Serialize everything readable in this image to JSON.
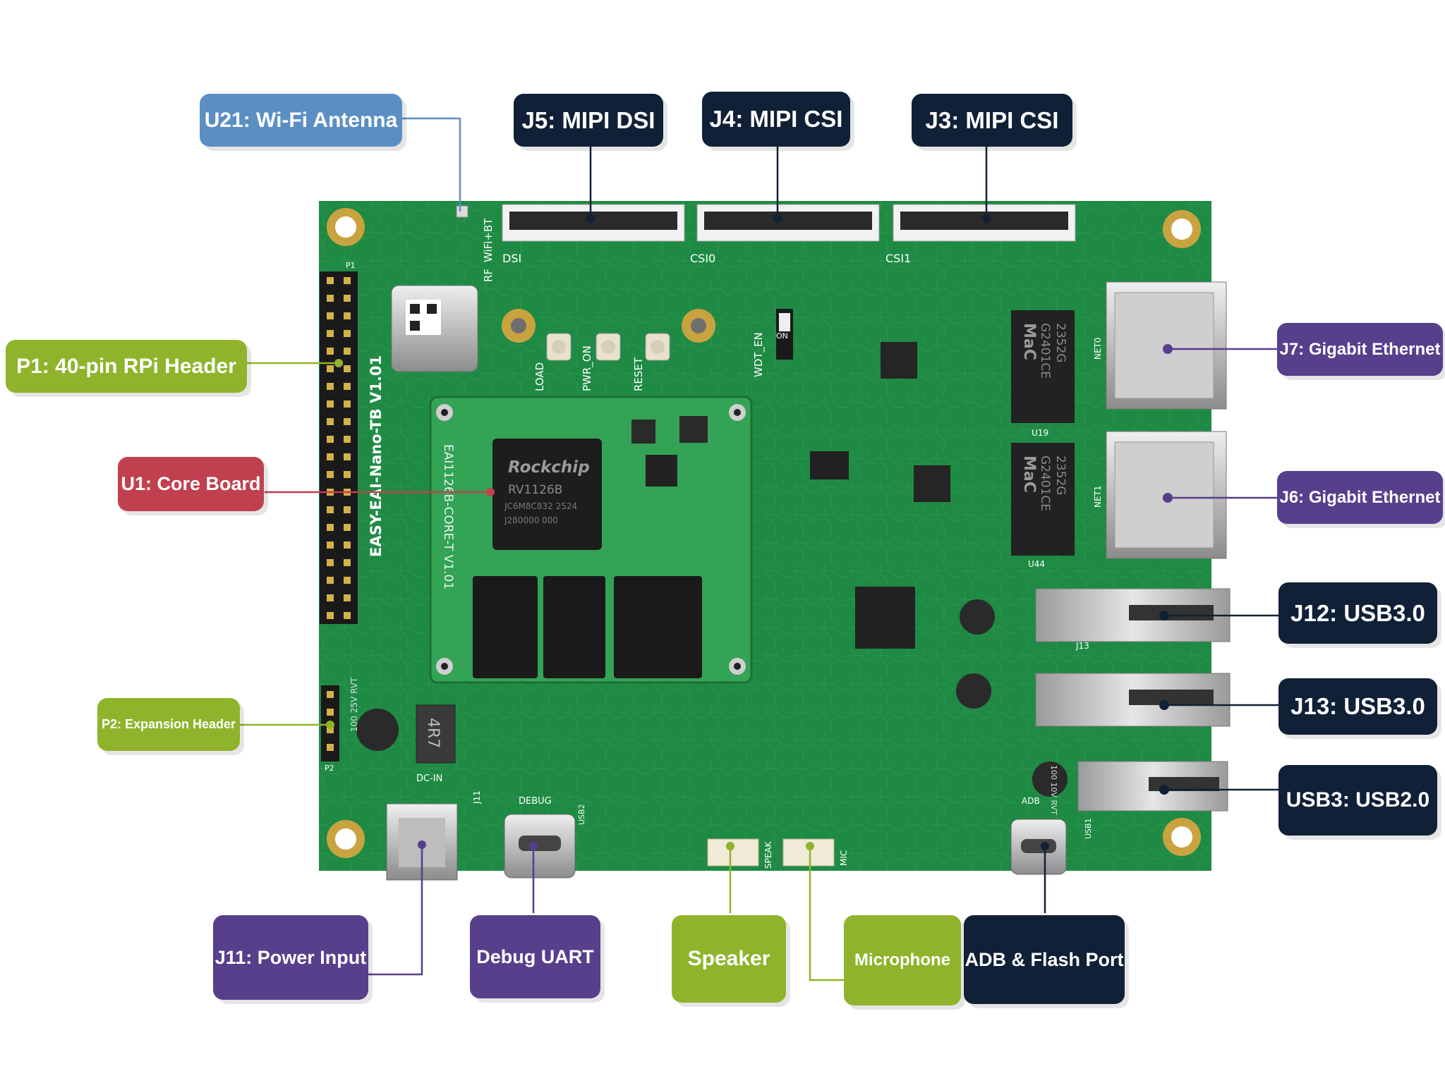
{
  "callouts": {
    "wifi_antenna": "U21: Wi-Fi Antenna",
    "mipi_dsi": "J5: MIPI DSI",
    "mipi_csi_j4": "J4: MIPI CSI",
    "mipi_csi_j3": "J3: MIPI CSI",
    "rpi_header": "P1: 40-pin RPi Header",
    "core_board": "U1: Core Board",
    "expansion_header": "P2: Expansion Header",
    "gigabit_j7": "J7: Gigabit Ethernet",
    "gigabit_j6": "J6: Gigabit Ethernet",
    "usb_j12": "J12: USB3.0",
    "usb_j13": "J13: USB3.0",
    "usb3_usb2": "USB3: USB2.0",
    "power_input": "J11: Power Input",
    "debug_uart": "Debug UART",
    "speaker": "Speaker",
    "microphone": "Microphone",
    "adb_flash": "ADB & Flash Port"
  },
  "board": {
    "silkscreen_title": "EASY-EAI-Nano-TB V1.01",
    "core_module_text": "EAI1126B-CORE-T V1.01",
    "soc_brand": "Rockchip",
    "soc_model": "RV1126B",
    "soc_line1": "JC6M8C832 2524",
    "soc_line2": "J280000 000",
    "magnetics_brand": "MaC",
    "magnetics_model": "G2401CE",
    "magnetics_code": "2352G",
    "inductor_label": "4R7",
    "cap_large_1": "100 25V RVT",
    "cap_small": "100 10V RVT",
    "labels": {
      "rf": "RF",
      "wifi_bt": "WiFi+BT",
      "dsi": "DSI",
      "csi0": "CSI0",
      "csi1": "CSI1",
      "load": "LOAD",
      "pwr_on": "PWR_ON",
      "reset": "RESET",
      "wdt_en": "WDT_EN",
      "on": "ON",
      "net0": "NET0",
      "net1": "NET1",
      "dc_in": "DC-IN",
      "debug": "DEBUG",
      "speak": "SPEAK",
      "mic": "MIC",
      "adb": "ADB",
      "p1": "P1",
      "p2": "P2",
      "j11": "J11",
      "usb2": "USB2",
      "usb1": "USB1",
      "j13": "J13",
      "u44": "U44",
      "u19": "U19"
    }
  },
  "colors": {
    "pcb": "#1f8a44",
    "blue": "#5b8fc4",
    "navy": "#102036",
    "purple": "#573f8c",
    "green": "#8fb42b",
    "red": "#c0404f"
  }
}
